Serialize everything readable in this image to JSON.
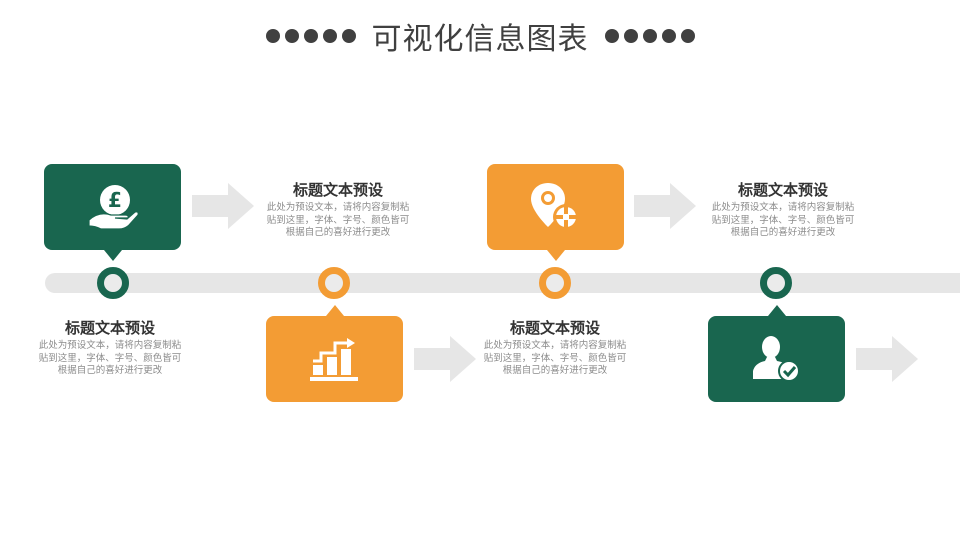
{
  "header": {
    "title": "可视化信息图表",
    "left_dots": 5,
    "right_dots": 5
  },
  "colors": {
    "green": "#19664f",
    "orange": "#f39c34",
    "track": "#e6e6e6",
    "arrow": "#e6e6e6",
    "title_text": "#404040",
    "body_text": "#8c8c8c"
  },
  "steps": [
    {
      "icon": "pound-coin-hand-icon",
      "color": "green",
      "position": "above",
      "title": "标题文本预设",
      "lines": [
        "此处为预设文本，请将内容复制粘",
        "贴到这里，字体、字号、颜色皆可",
        "根据自己的喜好进行更改"
      ]
    },
    {
      "icon": "growth-bar-chart-icon",
      "color": "orange",
      "position": "below",
      "title": "标题文本预设",
      "lines": [
        "此处为预设文本，请将内容复制粘",
        "贴到这里，字体、字号、颜色皆可",
        "根据自己的喜好进行更改"
      ]
    },
    {
      "icon": "location-pin-target-icon",
      "color": "orange",
      "position": "above",
      "title": "标题文本预设",
      "lines": [
        "此处为预设文本，请将内容复制粘",
        "贴到这里，字体、字号、颜色皆可",
        "根据自己的喜好进行更改"
      ]
    },
    {
      "icon": "user-check-icon",
      "color": "green",
      "position": "below",
      "title": "标题文本预设",
      "lines": [
        "此处为预设文本，请将内容复制粘",
        "贴到这里，字体、字号、颜色皆可",
        "根据自己的喜好进行更改"
      ]
    }
  ]
}
